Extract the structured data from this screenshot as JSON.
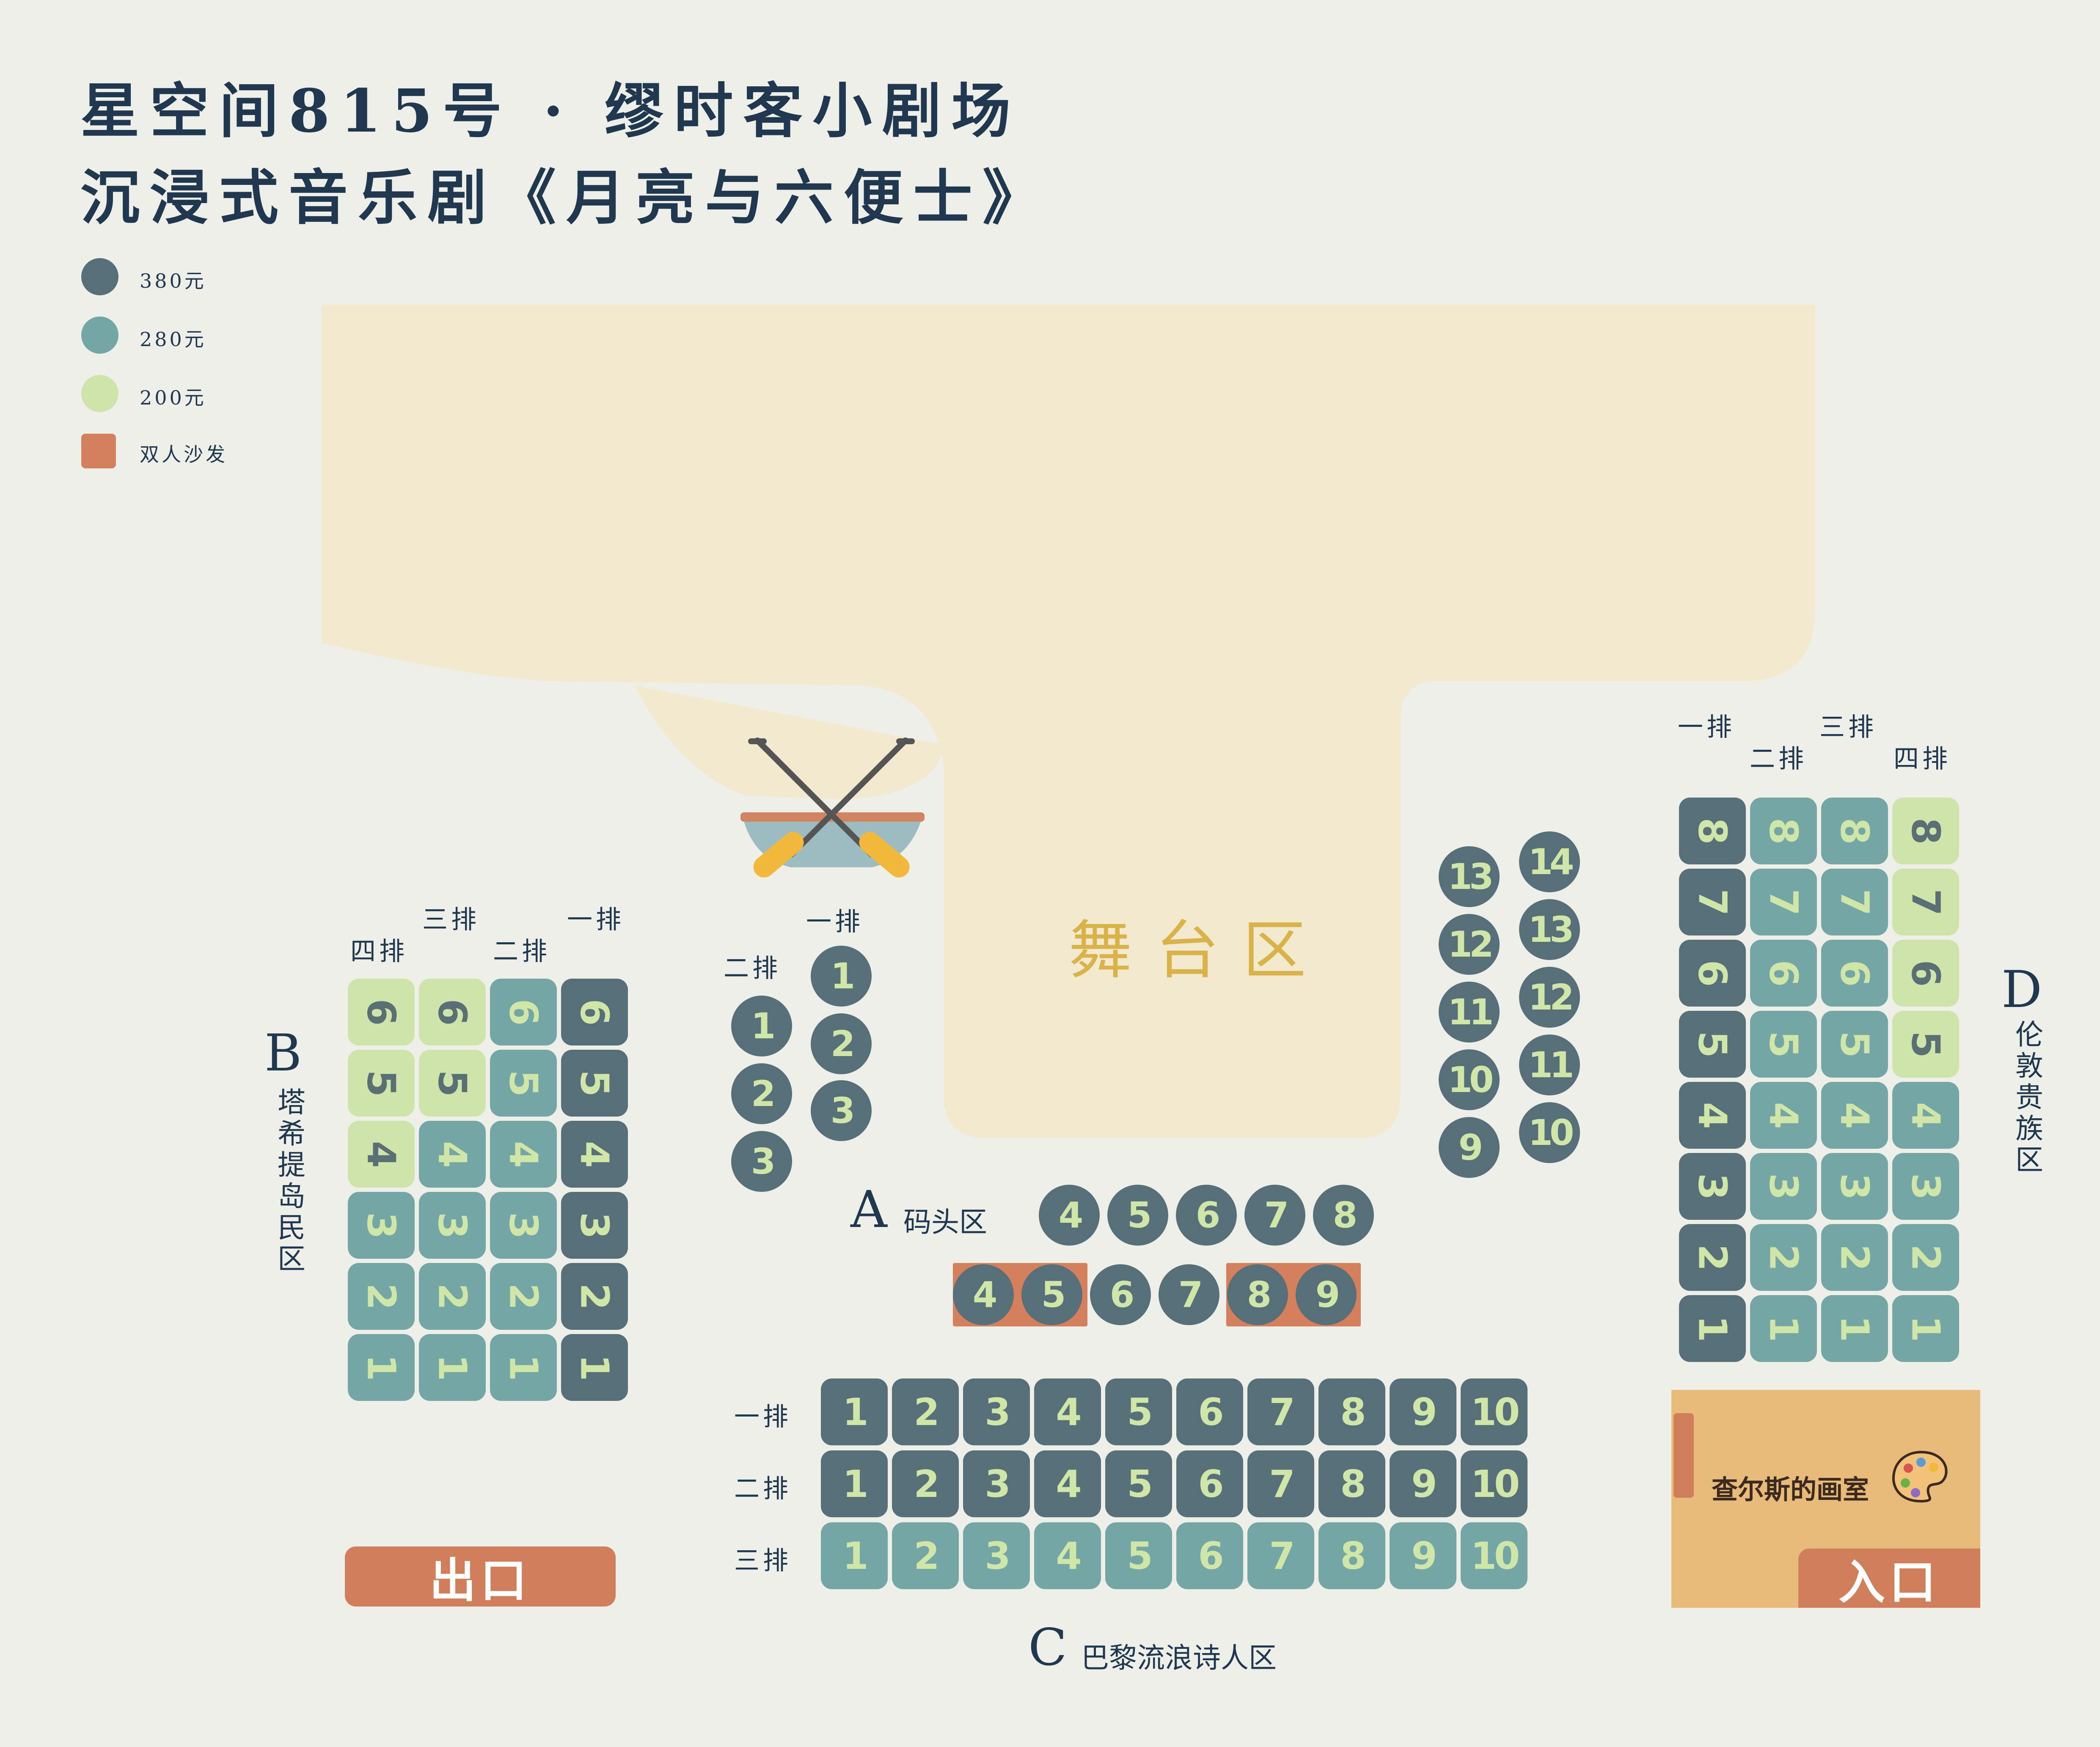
{
  "title_line1": "星空间815号 · 缪时客小剧场",
  "title_line2": "沉浸式音乐剧《月亮与六便士》",
  "legend": [
    {
      "label": "380元",
      "color": "#566f79",
      "shape": "circle"
    },
    {
      "label": "280元",
      "color": "#74a6a5",
      "shape": "circle"
    },
    {
      "label": "200元",
      "color": "#cfe4ab",
      "shape": "circle"
    },
    {
      "label": "双人沙发",
      "color": "#d4805c",
      "shape": "square"
    }
  ],
  "stage": {
    "label": "舞台区",
    "color": "#f2e9cf",
    "icon": "boat-oars-icon"
  },
  "zone_a": {
    "letter": "A",
    "name": "码头区",
    "row1_label": "一排",
    "row2_label": "二排",
    "row1": [
      {
        "n": "1",
        "price": "380"
      },
      {
        "n": "2",
        "price": "380"
      },
      {
        "n": "3",
        "price": "380"
      },
      {
        "n": "4",
        "price": "380"
      },
      {
        "n": "5",
        "price": "380"
      },
      {
        "n": "6",
        "price": "380"
      },
      {
        "n": "7",
        "price": "380"
      },
      {
        "n": "8",
        "price": "380"
      }
    ],
    "row2": [
      {
        "n": "1",
        "price": "380"
      },
      {
        "n": "2",
        "price": "380"
      },
      {
        "n": "3",
        "price": "380"
      },
      {
        "n": "4",
        "price": "380",
        "sofa": true
      },
      {
        "n": "5",
        "price": "380",
        "sofa": true
      },
      {
        "n": "6",
        "price": "380"
      },
      {
        "n": "7",
        "price": "380"
      },
      {
        "n": "8",
        "price": "380",
        "sofa": true
      },
      {
        "n": "9",
        "price": "380",
        "sofa": true
      }
    ],
    "right_col1": [
      "13",
      "12",
      "11",
      "10",
      "9"
    ],
    "right_col2": [
      "14",
      "13",
      "12",
      "11",
      "10"
    ]
  },
  "zone_b": {
    "letter": "B",
    "name": "塔希提岛民区",
    "row_labels": [
      "四排",
      "三排",
      "二排",
      "一排"
    ],
    "rows": [
      {
        "label": "四排",
        "seats": [
          {
            "n": "6",
            "price": "200"
          },
          {
            "n": "5",
            "price": "200"
          },
          {
            "n": "4",
            "price": "200"
          },
          {
            "n": "3",
            "price": "280"
          },
          {
            "n": "2",
            "price": "280"
          },
          {
            "n": "1",
            "price": "280"
          }
        ]
      },
      {
        "label": "三排",
        "seats": [
          {
            "n": "6",
            "price": "200"
          },
          {
            "n": "5",
            "price": "200"
          },
          {
            "n": "4",
            "price": "280"
          },
          {
            "n": "3",
            "price": "280"
          },
          {
            "n": "2",
            "price": "280"
          },
          {
            "n": "1",
            "price": "280"
          }
        ]
      },
      {
        "label": "二排",
        "seats": [
          {
            "n": "6",
            "price": "280"
          },
          {
            "n": "5",
            "price": "280"
          },
          {
            "n": "4",
            "price": "280"
          },
          {
            "n": "3",
            "price": "280"
          },
          {
            "n": "2",
            "price": "280"
          },
          {
            "n": "1",
            "price": "280"
          }
        ]
      },
      {
        "label": "一排",
        "seats": [
          {
            "n": "6",
            "price": "380"
          },
          {
            "n": "5",
            "price": "380"
          },
          {
            "n": "4",
            "price": "380"
          },
          {
            "n": "3",
            "price": "380"
          },
          {
            "n": "2",
            "price": "380"
          },
          {
            "n": "1",
            "price": "380"
          }
        ]
      }
    ]
  },
  "zone_c": {
    "letter": "C",
    "name": "巴黎流浪诗人区",
    "rows": [
      {
        "label": "一排",
        "price": "380",
        "seats": [
          "1",
          "2",
          "3",
          "4",
          "5",
          "6",
          "7",
          "8",
          "9",
          "10"
        ]
      },
      {
        "label": "二排",
        "price": "380",
        "seats": [
          "1",
          "2",
          "3",
          "4",
          "5",
          "6",
          "7",
          "8",
          "9",
          "10"
        ]
      },
      {
        "label": "三排",
        "price": "280",
        "seats": [
          "1",
          "2",
          "3",
          "4",
          "5",
          "6",
          "7",
          "8",
          "9",
          "10"
        ]
      }
    ]
  },
  "zone_d": {
    "letter": "D",
    "name": "伦敦贵族区",
    "rows": [
      {
        "label": "一排",
        "seats": [
          {
            "n": "8",
            "price": "380"
          },
          {
            "n": "7",
            "price": "380"
          },
          {
            "n": "6",
            "price": "380"
          },
          {
            "n": "5",
            "price": "380"
          },
          {
            "n": "4",
            "price": "380"
          },
          {
            "n": "3",
            "price": "380"
          },
          {
            "n": "2",
            "price": "380"
          },
          {
            "n": "1",
            "price": "380"
          }
        ]
      },
      {
        "label": "二排",
        "seats": [
          {
            "n": "8",
            "price": "280"
          },
          {
            "n": "7",
            "price": "280"
          },
          {
            "n": "6",
            "price": "280"
          },
          {
            "n": "5",
            "price": "280"
          },
          {
            "n": "4",
            "price": "280"
          },
          {
            "n": "3",
            "price": "280"
          },
          {
            "n": "2",
            "price": "280"
          },
          {
            "n": "1",
            "price": "280"
          }
        ]
      },
      {
        "label": "三排",
        "seats": [
          {
            "n": "8",
            "price": "280"
          },
          {
            "n": "7",
            "price": "280"
          },
          {
            "n": "6",
            "price": "280"
          },
          {
            "n": "5",
            "price": "280"
          },
          {
            "n": "4",
            "price": "280"
          },
          {
            "n": "3",
            "price": "280"
          },
          {
            "n": "2",
            "price": "280"
          },
          {
            "n": "1",
            "price": "280"
          }
        ]
      },
      {
        "label": "四排",
        "seats": [
          {
            "n": "8",
            "price": "200"
          },
          {
            "n": "7",
            "price": "200"
          },
          {
            "n": "6",
            "price": "200"
          },
          {
            "n": "5",
            "price": "200"
          },
          {
            "n": "4",
            "price": "280"
          },
          {
            "n": "3",
            "price": "280"
          },
          {
            "n": "2",
            "price": "280"
          },
          {
            "n": "1",
            "price": "280"
          }
        ]
      }
    ]
  },
  "studio": {
    "label": "查尔斯的画室",
    "icon": "palette-icon",
    "color": "#e8bb7b"
  },
  "exit_label": "出口",
  "entrance_label": "入口"
}
